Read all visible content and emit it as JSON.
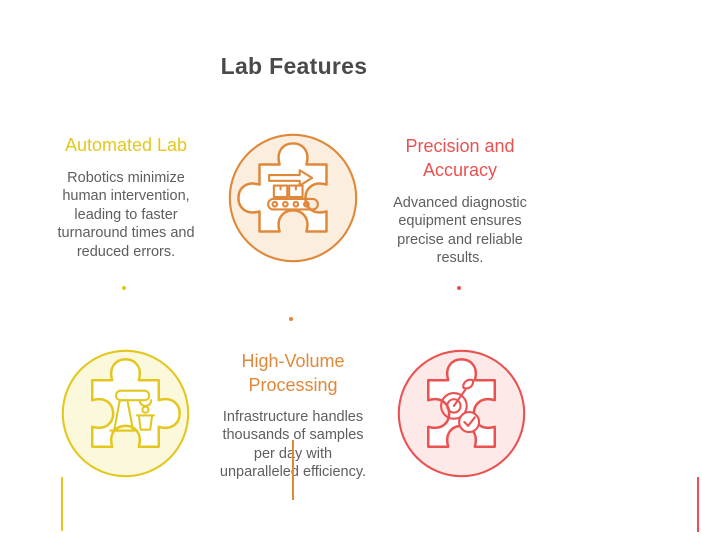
{
  "title": "Lab Features",
  "colors": {
    "heading": "#4a4a4a",
    "body": "#5e5e5e",
    "background": "#ffffff"
  },
  "features": [
    {
      "name": "Automated Lab",
      "description": "Robotics minimize\nhuman intervention,\nleading to faster\nturnaround times and\nreduced errors.",
      "color": "#e3c71f",
      "fill": "#fcf8db",
      "icon": "robotic-arm-puzzle-icon"
    },
    {
      "name": "Precision and\nAccuracy",
      "description": "Advanced diagnostic\nequipment ensures\nprecise and reliable\nresults.",
      "color": "#ea5151",
      "fill": "#fde9e8",
      "icon": "target-check-puzzle-icon"
    },
    {
      "name": "High-Volume\nProcessing",
      "description": "Infrastructure handles\nthousands of samples\nper day with\nunparalleled efficiency.",
      "color": "#e0883a",
      "fill": "#fceede",
      "icon": "conveyor-belt-puzzle-icon"
    }
  ]
}
